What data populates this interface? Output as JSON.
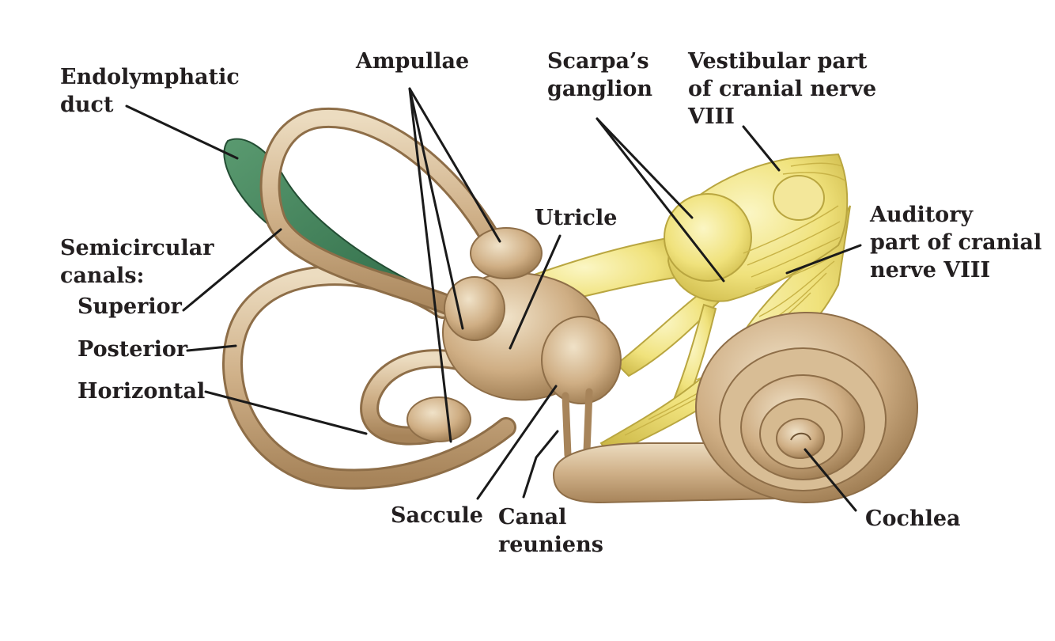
{
  "colors": {
    "bone": "#c9a97e",
    "bone_light": "#ead6b6",
    "bone_dark": "#8e6e48",
    "duct": "#3f7d57",
    "nerve": "#f2e686",
    "nerve_dark": "#c9b845",
    "text": "#231f20"
  },
  "labels": {
    "endolymphatic_duct": [
      "Endolymphatic",
      "duct"
    ],
    "ampullae": "Ampullae",
    "scarpas_ganglion": [
      "Scarpa’s",
      "ganglion"
    ],
    "vestibular_part": [
      "Vestibular part",
      "of cranial nerve",
      "VIII"
    ],
    "utricle": "Utricle",
    "auditory_part": [
      "Auditory",
      "part of cranial",
      "nerve VIII"
    ],
    "semicircular_canals": [
      "Semicircular",
      "canals:"
    ],
    "superior": "Superior",
    "posterior": "Posterior",
    "horizontal": "Horizontal",
    "saccule": "Saccule",
    "canal_reuniens": [
      "Canal",
      "reuniens"
    ],
    "cochlea": "Cochlea"
  }
}
